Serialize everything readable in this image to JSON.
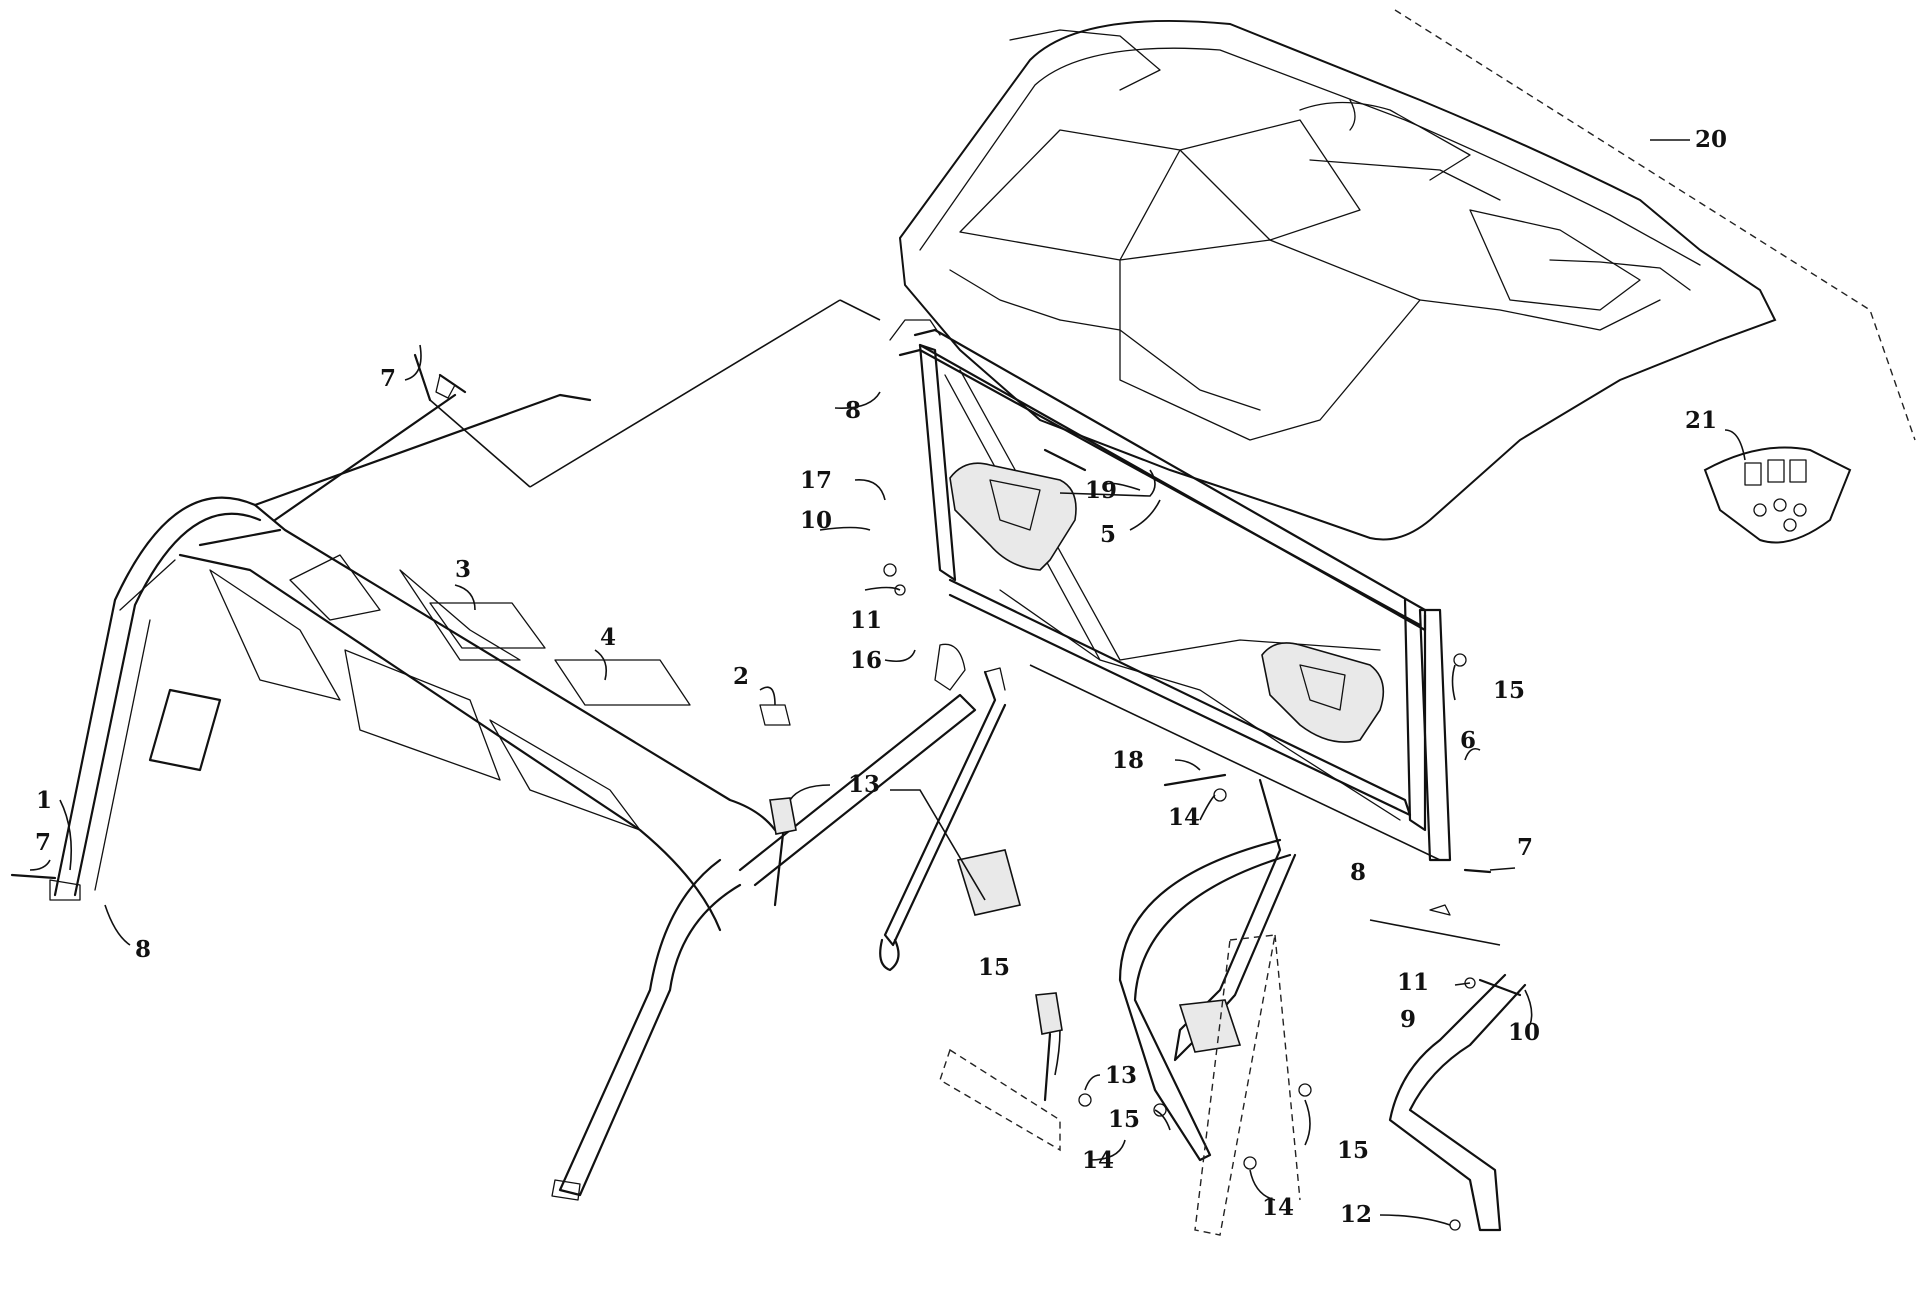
{
  "callouts": [
    {
      "id": "c1",
      "label": "1"
    },
    {
      "id": "c2",
      "label": "2"
    },
    {
      "id": "c3",
      "label": "3"
    },
    {
      "id": "c4",
      "label": "4"
    },
    {
      "id": "c5",
      "label": "5"
    },
    {
      "id": "c6",
      "label": "6"
    },
    {
      "id": "c7a",
      "label": "7"
    },
    {
      "id": "c7b",
      "label": "7"
    },
    {
      "id": "c7c",
      "label": "7"
    },
    {
      "id": "c8a",
      "label": "8"
    },
    {
      "id": "c8b",
      "label": "8"
    },
    {
      "id": "c8c",
      "label": "8"
    },
    {
      "id": "c9",
      "label": "9"
    },
    {
      "id": "c10a",
      "label": "10"
    },
    {
      "id": "c10b",
      "label": "10"
    },
    {
      "id": "c11a",
      "label": "11"
    },
    {
      "id": "c11b",
      "label": "11"
    },
    {
      "id": "c12",
      "label": "12"
    },
    {
      "id": "c13a",
      "label": "13"
    },
    {
      "id": "c13b",
      "label": "13"
    },
    {
      "id": "c14a",
      "label": "14"
    },
    {
      "id": "c14b",
      "label": "14"
    },
    {
      "id": "c14c",
      "label": "14"
    },
    {
      "id": "c15a",
      "label": "15"
    },
    {
      "id": "c15b",
      "label": "15"
    },
    {
      "id": "c15c",
      "label": "15"
    },
    {
      "id": "c15d",
      "label": "15"
    },
    {
      "id": "c16",
      "label": "16"
    },
    {
      "id": "c17",
      "label": "17"
    },
    {
      "id": "c18",
      "label": "18"
    },
    {
      "id": "c19",
      "label": "19"
    },
    {
      "id": "c20",
      "label": "20"
    },
    {
      "id": "c21",
      "label": "21"
    }
  ]
}
